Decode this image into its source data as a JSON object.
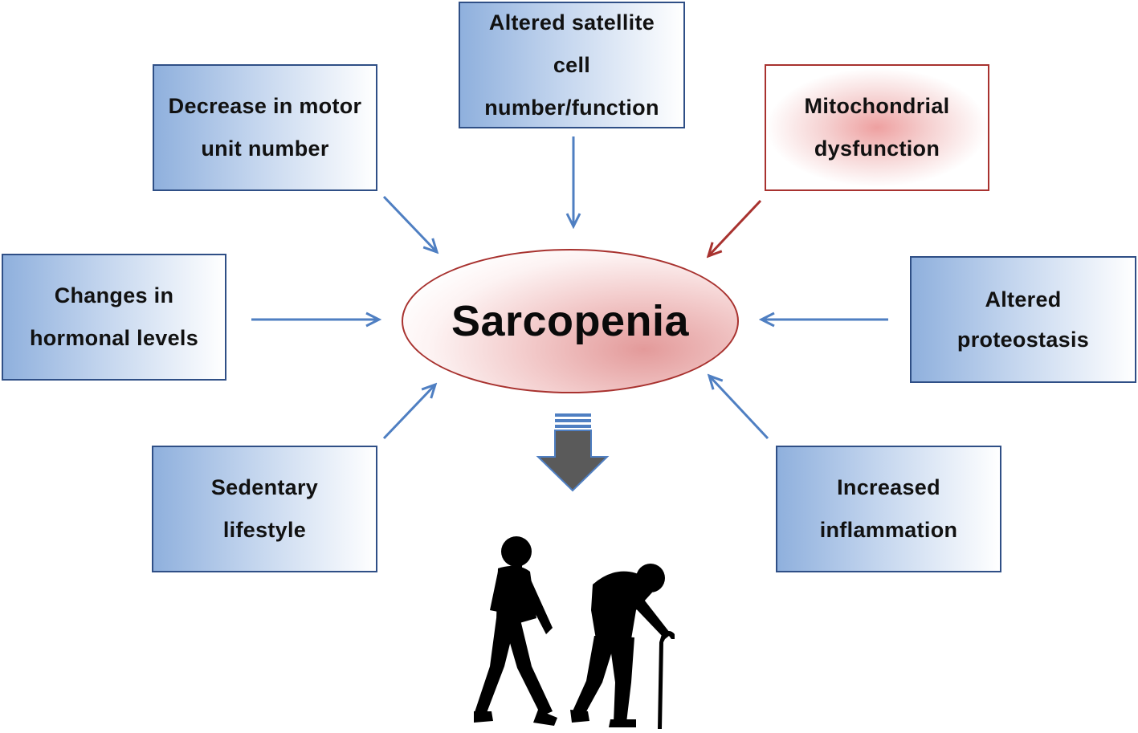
{
  "center": {
    "label": "Sarcopenia"
  },
  "causes": {
    "motor": {
      "line1": "Decrease in motor",
      "line2": "unit number"
    },
    "satellite": {
      "line1": "Altered satellite",
      "line2": "cell",
      "line3": "number/function"
    },
    "mito": {
      "line1": "Mitochondrial",
      "line2": "dysfunction"
    },
    "hormone": {
      "line1": "Changes in",
      "line2": "hormonal levels"
    },
    "proteo": {
      "line1": "Altered",
      "line2": "proteostasis"
    },
    "sedentary": {
      "line1": "Sedentary",
      "line2": "lifestyle"
    },
    "inflam": {
      "line1": "Increased",
      "line2": "inflammation"
    }
  },
  "colors": {
    "blue_arrow": "#4f7fc2",
    "red_arrow": "#a8322f",
    "down_arrow": "#5a5a5a",
    "silhouette": "#000000"
  },
  "icons": [
    "young-man-walking-icon",
    "elderly-man-with-cane-icon"
  ]
}
